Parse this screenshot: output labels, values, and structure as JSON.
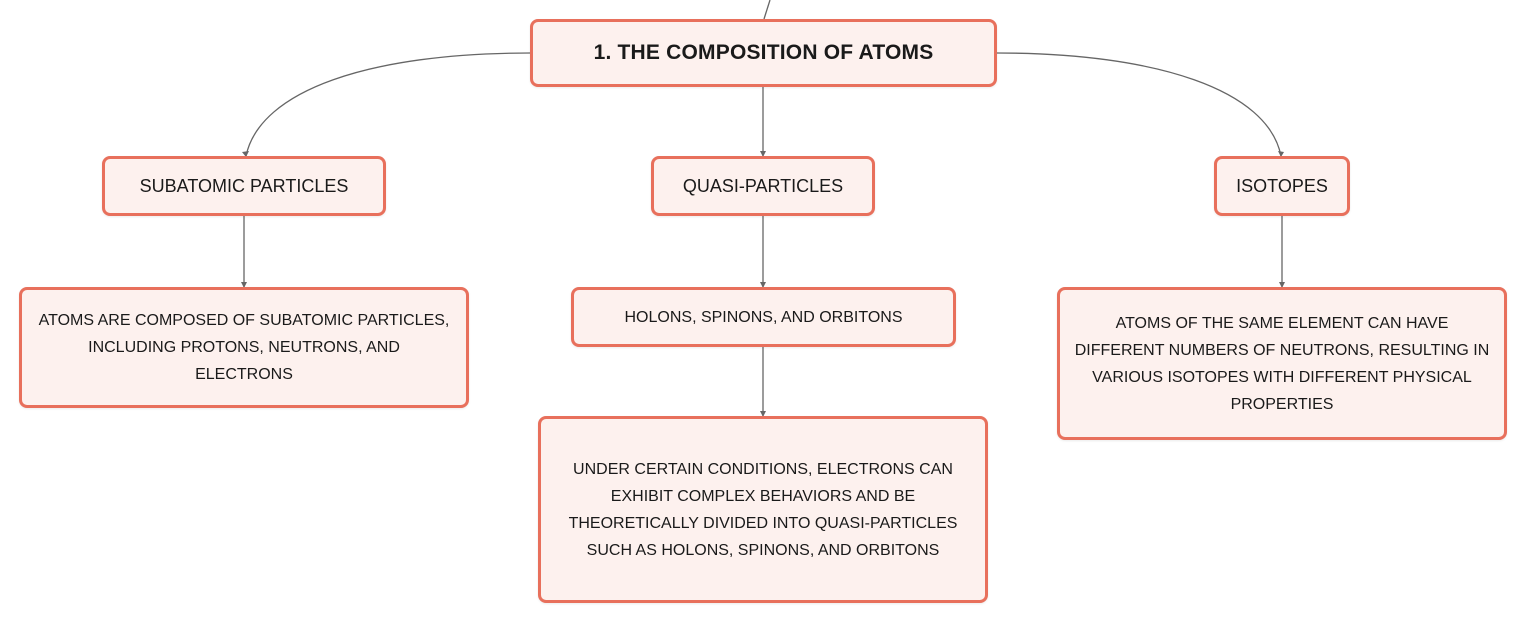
{
  "root": {
    "label": "1. THE COMPOSITION OF ATOMS"
  },
  "branches": [
    {
      "label": "SUBATOMIC PARTICLES"
    },
    {
      "label": "QUASI-PARTICLES"
    },
    {
      "label": "ISOTOPES"
    }
  ],
  "leaves": {
    "subatomic_detail": {
      "lines": [
        "ATOMS ARE COMPOSED OF SUBATOMIC PARTICLES,",
        "INCLUDING PROTONS, NEUTRONS, AND",
        "ELECTRONS"
      ]
    },
    "quasi_examples": {
      "label": "HOLONS, SPINONS, AND ORBITONS"
    },
    "quasi_detail": {
      "lines": [
        "UNDER CERTAIN CONDITIONS, ELECTRONS CAN",
        "EXHIBIT COMPLEX BEHAVIORS AND BE",
        "THEORETICALLY DIVIDED INTO QUASI-PARTICLES",
        "SUCH AS HOLONS, SPINONS, AND ORBITONS"
      ]
    },
    "isotopes_detail": {
      "lines": [
        "ATOMS OF THE SAME ELEMENT CAN HAVE",
        "DIFFERENT NUMBERS OF NEUTRONS, RESULTING IN",
        "VARIOUS ISOTOPES WITH DIFFERENT PHYSICAL",
        "PROPERTIES"
      ]
    }
  },
  "colors": {
    "node_border": "#e8705c",
    "node_fill": "#fdf1ee",
    "connector": "#666666",
    "text": "#1a1a1a"
  }
}
